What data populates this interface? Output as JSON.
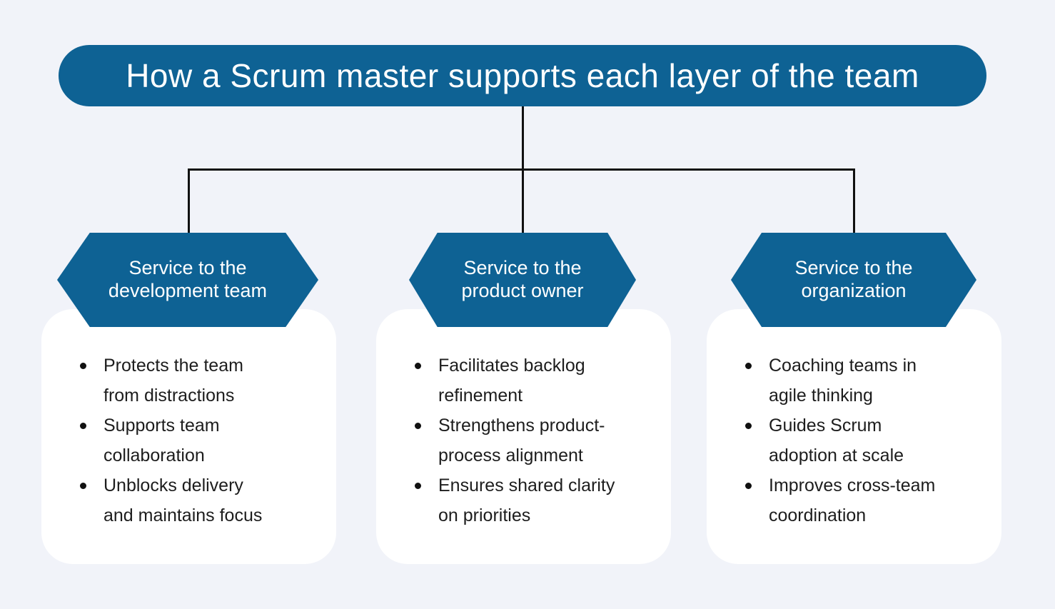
{
  "title": "How a Scrum master supports each layer of the team",
  "colors": {
    "background": "#f1f3f9",
    "accent_blue": "#0e6294",
    "connector_line": "#111111",
    "card_background": "#ffffff",
    "body_text": "#1d1d1d"
  },
  "branches": [
    {
      "label": "Service to the\ndevelopment team",
      "bullets": [
        "Protects the team\nfrom distractions",
        "Supports team\ncollaboration",
        "Unblocks delivery\nand maintains focus"
      ]
    },
    {
      "label": "Service to the\nproduct owner",
      "bullets": [
        "Facilitates backlog\nrefinement",
        "Strengthens product-\nprocess alignment",
        "Ensures shared clarity\non priorities"
      ]
    },
    {
      "label": "Service to the\norganization",
      "bullets": [
        "Coaching teams in\nagile thinking",
        "Guides Scrum\nadoption at scale",
        "Improves cross-team\ncoordination"
      ]
    }
  ]
}
